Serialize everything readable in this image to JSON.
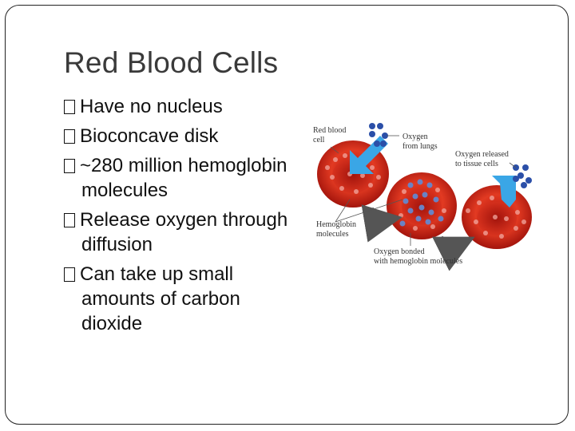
{
  "slide": {
    "title": "Red Blood Cells",
    "bullets": [
      {
        "text": "Have no nucleus"
      },
      {
        "text": "Bioconcave disk"
      },
      {
        "text": "~280 million hemoglobin molecules"
      },
      {
        "text": "Release oxygen through diffusion"
      },
      {
        "text": "Can take up small amounts of carbon dioxide"
      }
    ]
  },
  "figure": {
    "labels": {
      "red_blood_cell_1": "Red blood",
      "red_blood_cell_2": "cell",
      "oxygen_from_lungs_1": "Oxygen",
      "oxygen_from_lungs_2": "from lungs",
      "oxygen_released_1": "Oxygen released",
      "oxygen_released_2": "to tissue cells",
      "hemoglobin_1": "Hemoglobin",
      "hemoglobin_2": "molecules",
      "oxygen_bonded_1": "Oxygen bonded",
      "oxygen_bonded_2": "with hemoglobin molecules"
    },
    "colors": {
      "cell_red": "#d8261b",
      "cell_dark": "#a0130c",
      "arrow_blue": "#3aa6e6",
      "oxygen_blue": "#2b4fa8",
      "arrow_gray": "#555555"
    }
  }
}
